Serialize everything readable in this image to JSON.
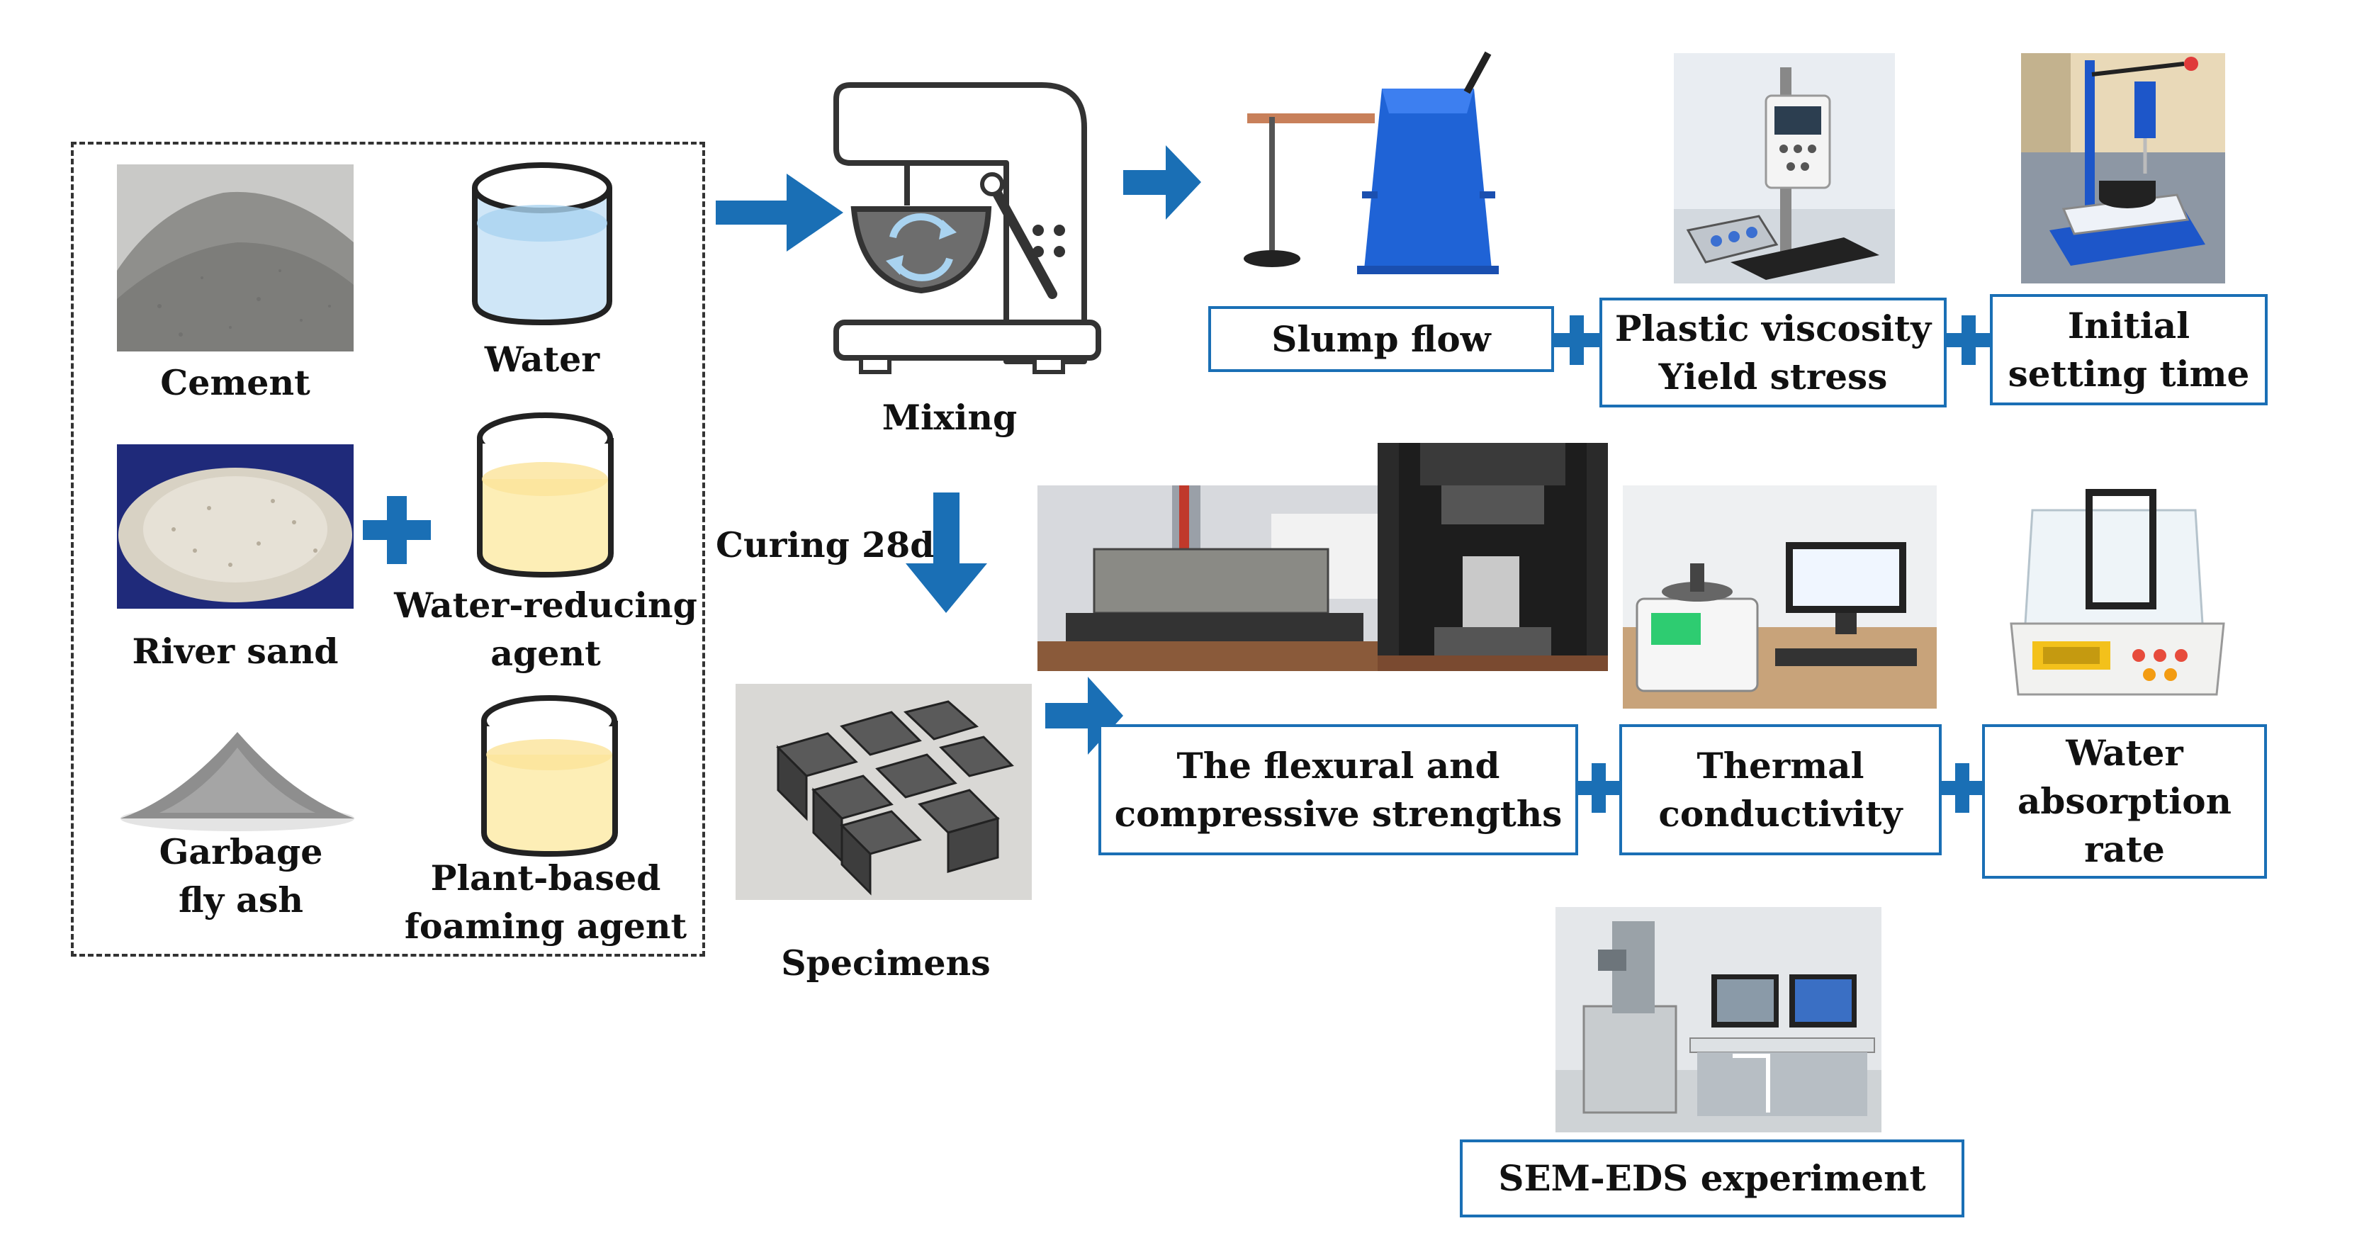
{
  "materials": {
    "cement": "Cement",
    "water": "Water",
    "river_sand": "River sand",
    "water_reducing_1": "Water-reducing",
    "water_reducing_2": "agent",
    "fly_ash_1": "Garbage",
    "fly_ash_2": "fly ash",
    "foaming_1": "Plant-based",
    "foaming_2": "foaming agent"
  },
  "process": {
    "mixing": "Mixing",
    "curing": "Curing 28d",
    "specimens": "Specimens"
  },
  "fresh_tests": {
    "slump": "Slump flow",
    "viscosity_1": "Plastic viscosity",
    "viscosity_2": "Yield stress",
    "setting_1": "Initial",
    "setting_2": "setting time"
  },
  "hardened_tests": {
    "strength_1": "The flexural and",
    "strength_2": "compressive strengths",
    "thermal_1": "Thermal",
    "thermal_2": "conductivity",
    "absorption_1": "Water",
    "absorption_2": "absorption",
    "absorption_3": "rate",
    "sem": "SEM-EDS experiment"
  },
  "colors": {
    "accent": "#1a6fb5",
    "water": "#cfe6f7",
    "agent": "#fdeeb6"
  }
}
